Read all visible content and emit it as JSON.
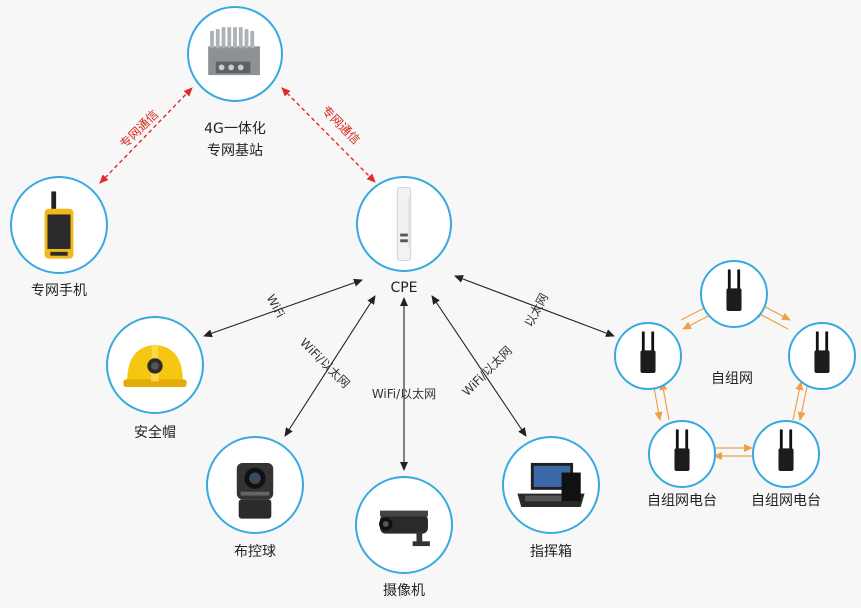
{
  "nodes": {
    "base_station": {
      "label_line1": "4G一体化",
      "label_line2": "专网基站"
    },
    "handset": {
      "label": "专网手机"
    },
    "cpe": {
      "label": "CPE"
    },
    "helmet": {
      "label": "安全帽"
    },
    "dome_camera": {
      "label": "布控球"
    },
    "camera": {
      "label": "摄像机"
    },
    "command_box": {
      "label": "指挥箱"
    },
    "mesh": {
      "label": "自组网"
    },
    "mesh_radio_left": {
      "label": "自组网电台"
    },
    "mesh_radio_right": {
      "label": "自组网电台"
    }
  },
  "edges": {
    "handset_bs": "专网通信",
    "cpe_bs": "专网通信",
    "cpe_helmet": "WiFi",
    "cpe_dome": "WiFi/以太网",
    "cpe_camera": "WiFi/以太网",
    "cpe_box": "WiFi/以太网",
    "cpe_mesh": "以太网"
  },
  "colors": {
    "node_border": "#37a9e0",
    "red_link": "#e0292a",
    "mesh_link": "#f0a04b",
    "dark_link": "#222222"
  }
}
